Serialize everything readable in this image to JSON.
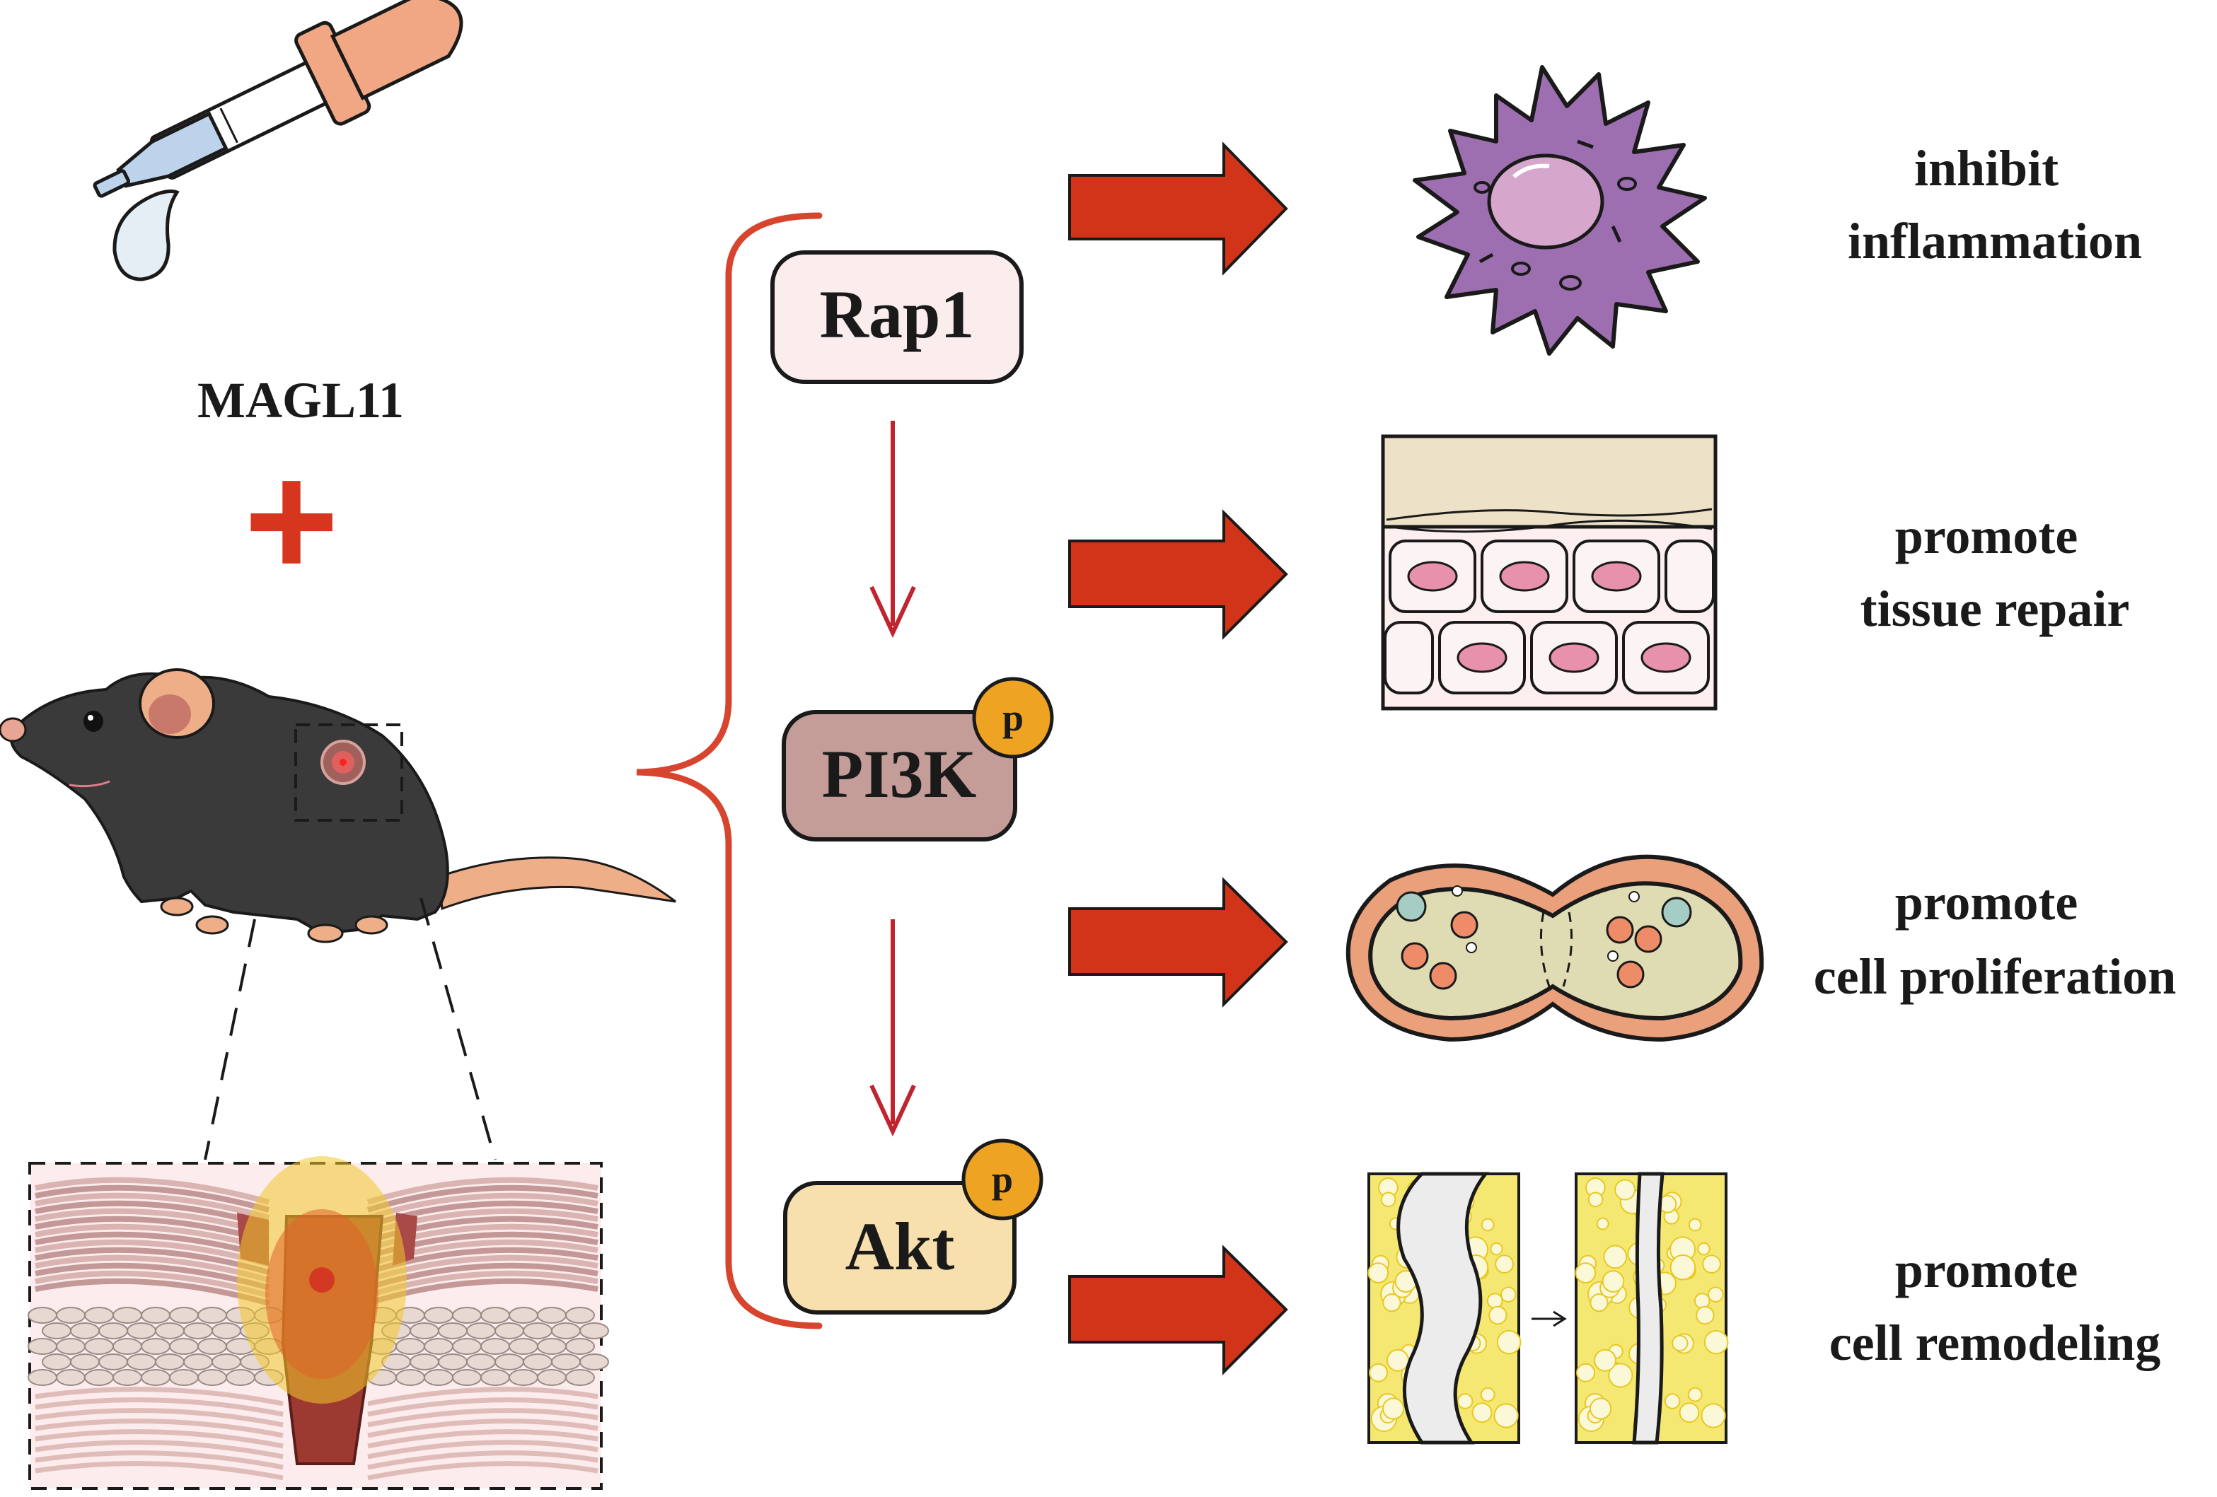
{
  "treatment": {
    "drug_label": "MAGL11",
    "plus_symbol": "+"
  },
  "pathway": {
    "nodes": [
      {
        "label": "Rap1",
        "phospho": ""
      },
      {
        "label": "PI3K",
        "phospho": "p"
      },
      {
        "label": "Akt",
        "phospho": "p"
      }
    ]
  },
  "outcomes": [
    {
      "line1": "inhibit",
      "line2": "inflammation"
    },
    {
      "line1": "promote",
      "line2": "tissue repair"
    },
    {
      "line1": "promote",
      "line2": "cell proliferation"
    },
    {
      "line1": "promote",
      "line2": "cell remodeling"
    }
  ],
  "colors": {
    "brace": "#d8452e",
    "block_arrow": "#d23419",
    "pathway_arrow": "#c0242f",
    "rap1_fill": "#fbeced",
    "pi3k_fill": "#c49c98",
    "akt_fill": "#f8dfae",
    "phospho_fill": "#eea322",
    "plus": "#d5361d"
  }
}
